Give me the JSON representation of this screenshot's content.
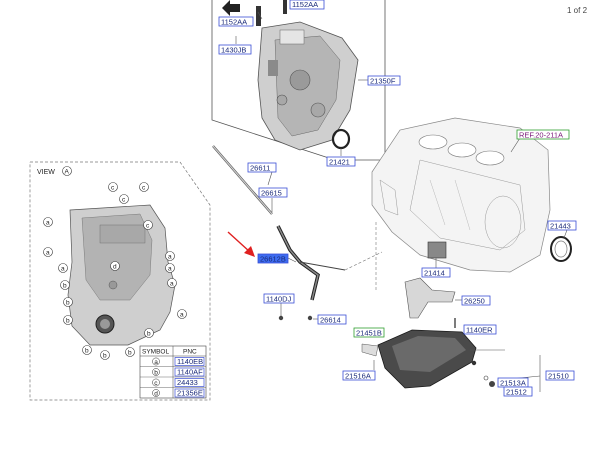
{
  "page": {
    "indicator": "1 of 2"
  },
  "view": {
    "label": "VIEW",
    "letter": "A"
  },
  "parts": {
    "p1152AA_top": "1152AA",
    "p1152AA_left": "1152AA",
    "p1430JB": "1430JB",
    "p21350F": "21350F",
    "p21421": "21421",
    "pREF": "REF.20-211A",
    "p26611": "26611",
    "p26615": "26615",
    "p26612B": "26612B",
    "p1140DJ": "1140DJ",
    "p26614": "26614",
    "p21443": "21443",
    "p21414": "21414",
    "p26250": "26250",
    "p1140ER": "1140ER",
    "p21451B": "21451B",
    "p21516A": "21516A",
    "p21510": "21510",
    "p21513A": "21513A",
    "p21512": "21512"
  },
  "symbol_table": {
    "headers": [
      "SYMBOL",
      "PNC"
    ],
    "rows": [
      {
        "symbol": "a",
        "pnc": "1140EB"
      },
      {
        "symbol": "b",
        "pnc": "1140AF"
      },
      {
        "symbol": "c",
        "pnc": "24433"
      },
      {
        "symbol": "d",
        "pnc": "21356E"
      }
    ]
  },
  "colors": {
    "label_border": "#3a4fd6",
    "label_text": "#1a2a7a",
    "ref_border": "#2f9e2f",
    "ref_text": "#7a1a7a",
    "highlight_fill": "#3d6cf0",
    "arrow": "#e02020",
    "line": "#555555",
    "part_fill": "#c8c8c8"
  }
}
